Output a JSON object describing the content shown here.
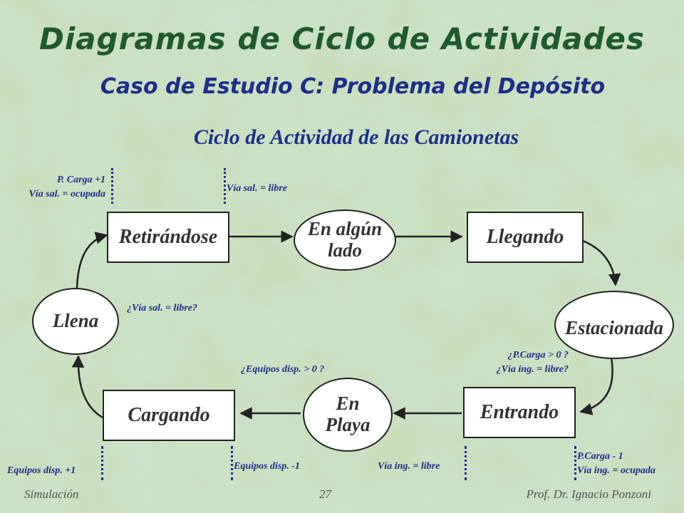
{
  "title": "Diagramas de Ciclo de Actividades",
  "subtitle": "Caso de Estudio C: Problema del Depósito",
  "diagram_heading": "Ciclo de Actividad de las Camionetas",
  "nodes": {
    "retirandose": "Retirándose",
    "en_algun_lado_1": "En algún",
    "en_algun_lado_2": "lado",
    "llegando": "Llegando",
    "estacionada": "Estacionada",
    "entrando": "Entrando",
    "en_playa_1": "En",
    "en_playa_2": "Playa",
    "cargando": "Cargando",
    "llena": "Llena"
  },
  "annotations": {
    "pcarga_plus": "P. Carga +1",
    "via_sal_ocupada": "Vía  sal. = ocupada",
    "via_sal_libre": "Vía  sal. = libre",
    "q_via_sal_libre": "¿Vía  sal. = libre?",
    "q_pcarga": "¿P.Carga > 0 ?",
    "q_via_ing_libre": "¿Vía ing.  = libre?",
    "q_equipos": "¿Equipos disp.  > 0 ?",
    "equipos_plus": "Equipos disp. +1",
    "equipos_minus": "Equipos disp. -1",
    "via_ing_libre": "Vía ing. = libre",
    "pcarga_minus": "P.Carga - 1",
    "via_ing_ocupada": "Vía ing. = ocupada"
  },
  "footer": {
    "left": "Simulación",
    "page": "27",
    "right": "Prof. Dr. Ignacio Ponzoni"
  },
  "colors": {
    "title": "#1f5a2c",
    "accent": "#1c2f8a",
    "background": "#c9dcb4"
  }
}
